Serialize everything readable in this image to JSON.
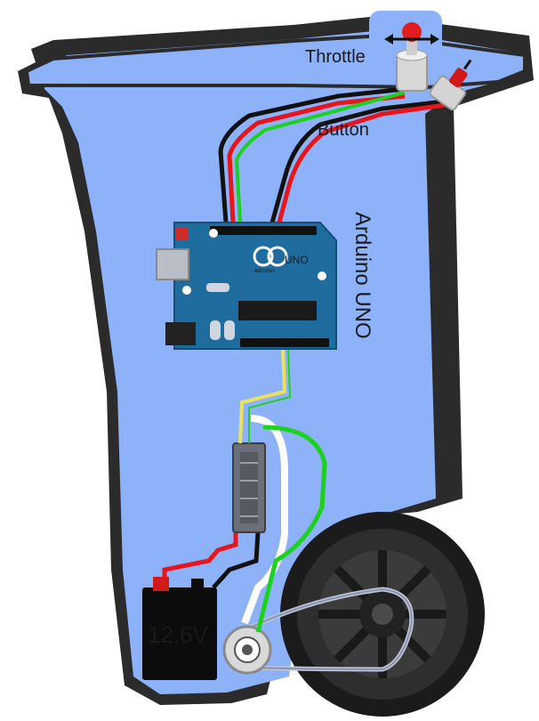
{
  "labels": {
    "throttle": "Throttle",
    "button": "Button",
    "controller": "Arduino UNO",
    "battery": "12.6V"
  },
  "board_text": {
    "logo": "UNO",
    "brand": "ARDUINO"
  },
  "colors": {
    "bin_fill": "#8db2f9",
    "bin_outline": "#2a2a2a",
    "board": "#1f6c9e",
    "wire_red": "#e8151b",
    "wire_black": "#111111",
    "wire_green": "#1fd11f",
    "wire_white": "#ffffff",
    "wire_yellow": "#e9e25a",
    "battery": "#0c0c0c",
    "esc": "#6a6f78"
  },
  "icons": [
    "throttle-knob-icon",
    "double-arrow-icon",
    "push-button-icon",
    "wheel-icon",
    "motor-icon",
    "motor-controller-icon"
  ]
}
